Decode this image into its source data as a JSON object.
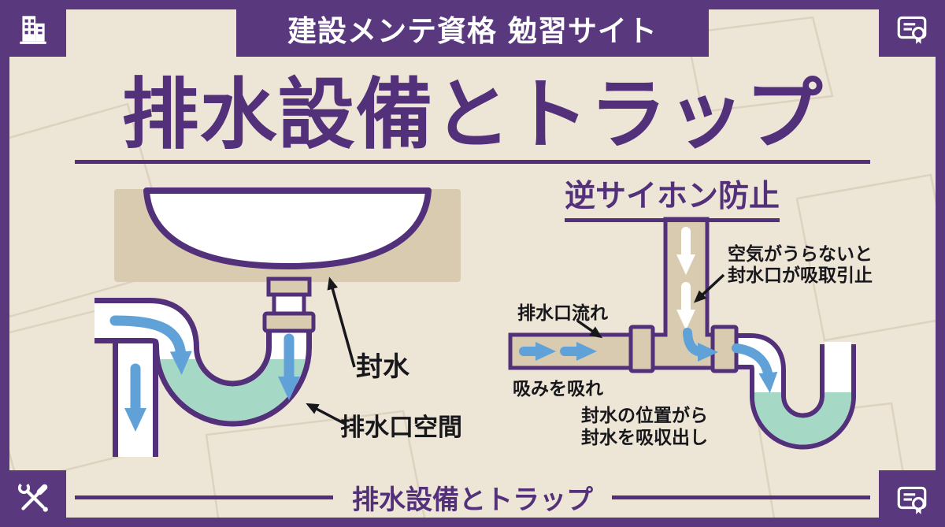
{
  "colors": {
    "purple": "#59387d",
    "purple_text": "#53317a",
    "cream": "#ede5d5",
    "tan": "#d9cbb0",
    "teal_water": "#a6d8c6",
    "blue_arrow": "#60a2d8",
    "black_text": "#17171c",
    "white": "#ffffff"
  },
  "header": {
    "site_title": "建設メンテ資格 勉習サイト"
  },
  "main": {
    "title": "排水設備とトラップ"
  },
  "left_diagram": {
    "seal_label": "封水",
    "drain_space_label": "排水口空間"
  },
  "right_diagram": {
    "heading": "逆サイホン防止",
    "air_note": {
      "line1": "空気がうらないと",
      "line2": "封水口が吸取引止"
    },
    "flow_label": "排水口流れ",
    "suction_label": "吸みを吸れ",
    "seal_note": {
      "line1": "封水の位置がら",
      "line2": "封水を吸収出し"
    }
  },
  "footer": {
    "caption": "排水設備とトラップ"
  },
  "icons": {
    "top_left": "building-icon",
    "top_right": "certificate-icon",
    "bottom_left": "tools-icon",
    "bottom_right": "certificate-icon"
  }
}
